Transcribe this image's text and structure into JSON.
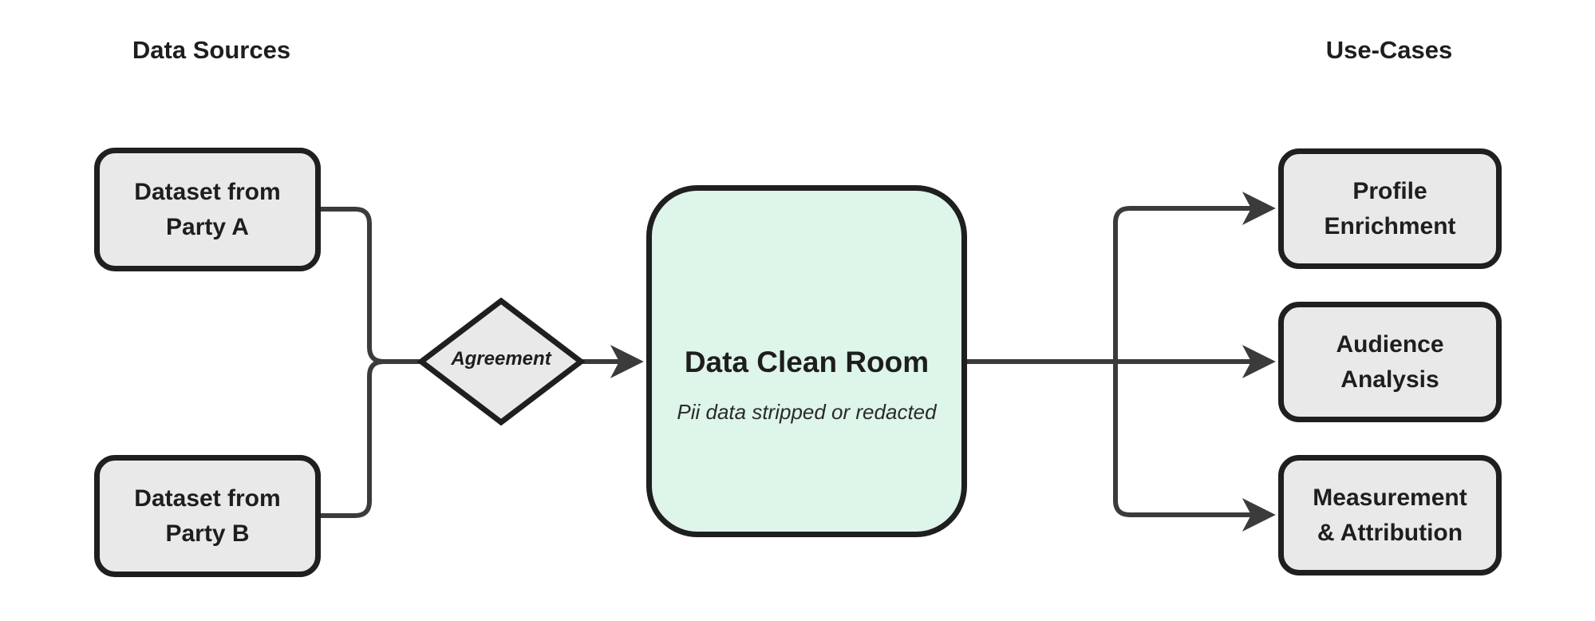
{
  "headings": {
    "data_sources": "Data Sources",
    "use_cases": "Use-Cases"
  },
  "nodes": {
    "party_a": {
      "lines": [
        "Dataset from",
        "Party A"
      ]
    },
    "party_b": {
      "lines": [
        "Dataset from",
        "Party B"
      ]
    },
    "agreement": {
      "label": "Agreement"
    },
    "clean_room": {
      "title": "Data Clean Room",
      "subtitle": "Pii data stripped or redacted"
    },
    "profile_enrichment": {
      "lines": [
        "Profile",
        "Enrichment"
      ]
    },
    "audience_analysis": {
      "lines": [
        "Audience",
        "Analysis"
      ]
    },
    "measurement_attribution": {
      "lines": [
        "Measurement",
        "& Attribution"
      ]
    }
  },
  "colors": {
    "background": "#ffffff",
    "node_fill": "#e9e9e9",
    "clean_room_fill": "#def5e9",
    "border": "#1f1f1f",
    "connector": "#3b3b3b",
    "text": "#1e1e1e"
  }
}
